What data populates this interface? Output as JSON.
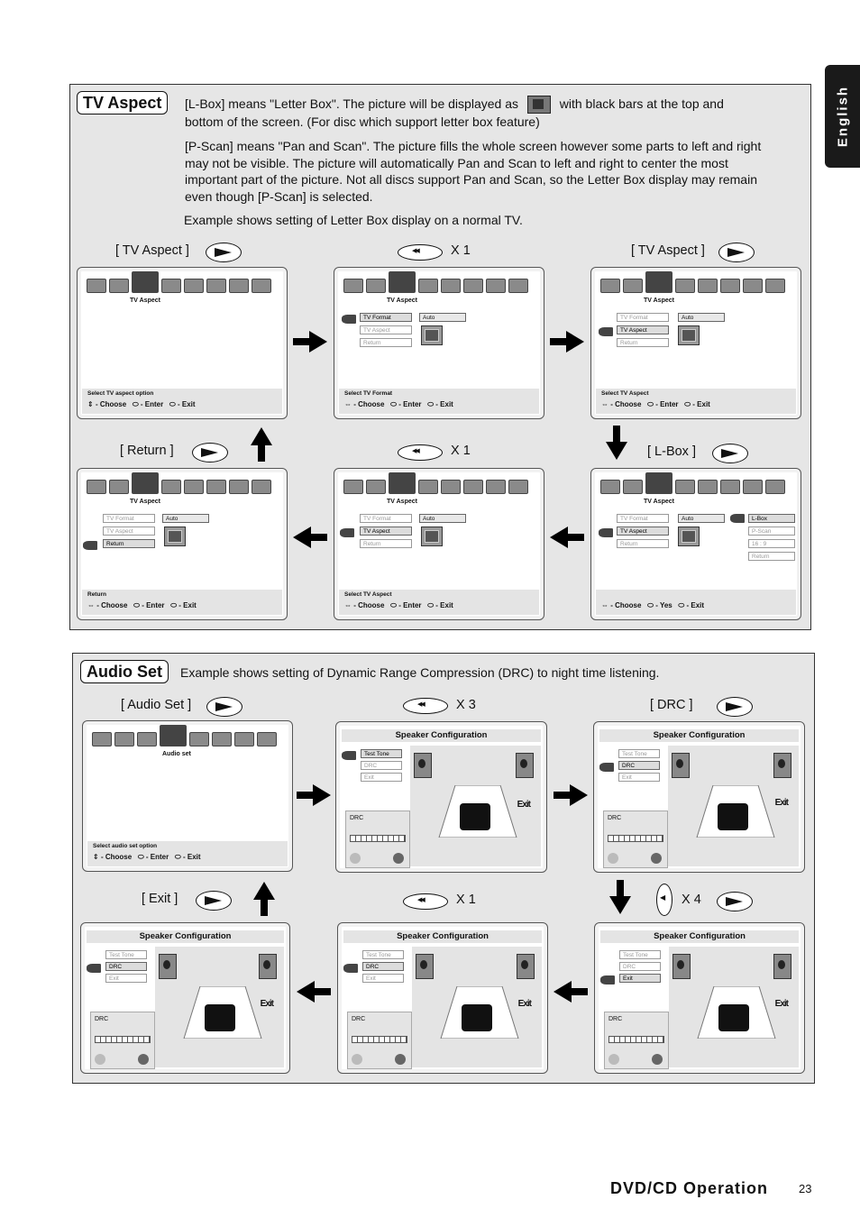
{
  "side_tab": "English",
  "tv_aspect": {
    "title": "TV Aspect",
    "para1a": "[L-Box] means \"Letter Box\". The picture will be displayed as",
    "para1b": "with black bars at the top and",
    "para1c": "bottom of the screen.  (For disc which support letter box feature)",
    "para2": "[P-Scan] means \"Pan and Scan\". The picture fills the whole screen however some parts to left and right may not be visible.  The picture will automatically Pan and Scan to left and right to center the most important part of the picture.  Not all discs support Pan and Scan, so the Letter Box display may remain even though [P-Scan] is selected.",
    "example": "Example shows setting of Letter Box display on a normal TV.",
    "step_labels": {
      "s1": "[ TV Aspect ]",
      "s2": "X 1",
      "s3": "[ TV Aspect ]",
      "s4": "[ Return ]",
      "s5": "X 1",
      "s6": "[ L-Box ]"
    },
    "screens": {
      "scr_title": "TV Aspect",
      "menu": [
        "TV Format",
        "TV Aspect",
        "Return"
      ],
      "value_auto": "Auto",
      "aspect_options": [
        "L-Box",
        "P-Scan",
        "16 : 9",
        "Return"
      ],
      "bars": {
        "a": "Select TV aspect option",
        "b": "Select TV Format",
        "c": "Select TV Aspect",
        "d": "Return",
        "e": "Select TV Aspect",
        "f": ""
      },
      "hint_choose": "- Choose",
      "hint_enter": "- Enter",
      "hint_exit": "- Exit",
      "hint_yes": "- Yes"
    }
  },
  "audio_set": {
    "title": "Audio Set",
    "example": "Example shows setting of Dynamic Range Compression (DRC) to night time listening.",
    "step_labels": {
      "s1": "[ Audio Set ]",
      "s2": "X 3",
      "s3": "[ DRC ]",
      "s4": "[ Exit ]",
      "s5": "X 1",
      "s6": "X 4"
    },
    "screens": {
      "scr_title": "Audio set",
      "bar_text": "Select audio set option",
      "speaker_title": "Speaker Configuration",
      "menu": [
        "Test Tone",
        "DRC",
        "Exit"
      ],
      "drc_label": "DRC",
      "exit_word": "Exit"
    }
  },
  "footer": {
    "title": "DVD/CD Operation",
    "page": "23"
  }
}
